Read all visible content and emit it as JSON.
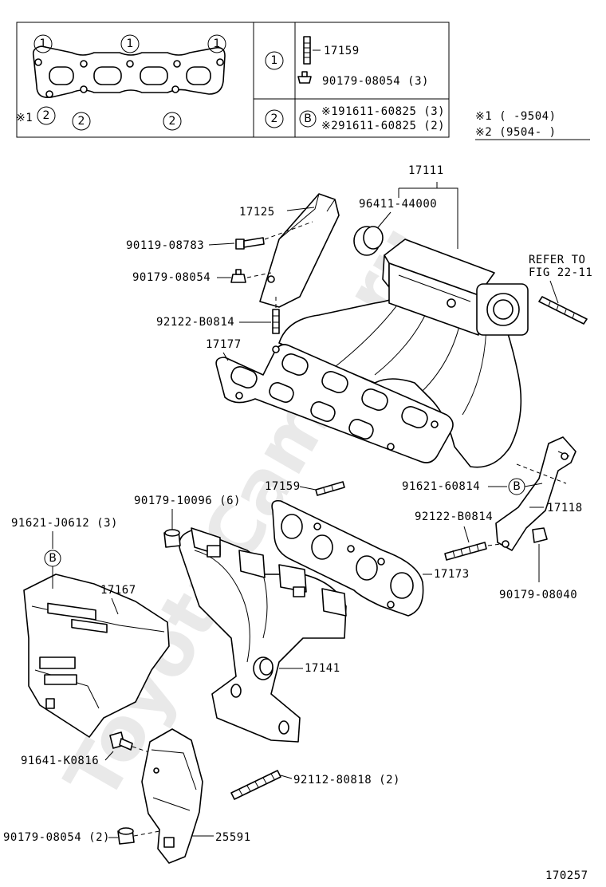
{
  "watermark": "ToyotaCamry.ru",
  "legend": {
    "circle_1": "1",
    "circle_2": "2",
    "circle_b": "B",
    "note_mark": "※1",
    "row1_stud": "17159",
    "row1_nut": "90179-08054 (3)",
    "row2_bolt1": "※191611-60825 (3)",
    "row2_bolt2": "※291611-60825 (2)"
  },
  "date_notes": {
    "note1": "※1 (      -9504)",
    "note2": "※2 (9504-       )"
  },
  "parts": {
    "p17111": "17111",
    "p96411": "96411-44000",
    "p17125": "17125",
    "p90119": "90119-08783",
    "p90179a": "90179-08054",
    "p92122a": "92122-B0814",
    "p17177": "17177",
    "refer1": "REFER TO",
    "refer2": "FIG 22-11",
    "p17159": "17159",
    "p90179b": "90179-10096 (6)",
    "p91621j": "91621-J0612 (3)",
    "p91621b": "91621-60814",
    "p92122b": "92122-B0814",
    "p17118": "17118",
    "p17167": "17167",
    "p17173": "17173",
    "p90179c": "90179-08040",
    "p17141": "17141",
    "p91641": "91641-K0816",
    "p92112": "92112-80818 (2)",
    "p90179d": "90179-08054 (2)",
    "p25591": "25591",
    "fig_no": "170257"
  }
}
